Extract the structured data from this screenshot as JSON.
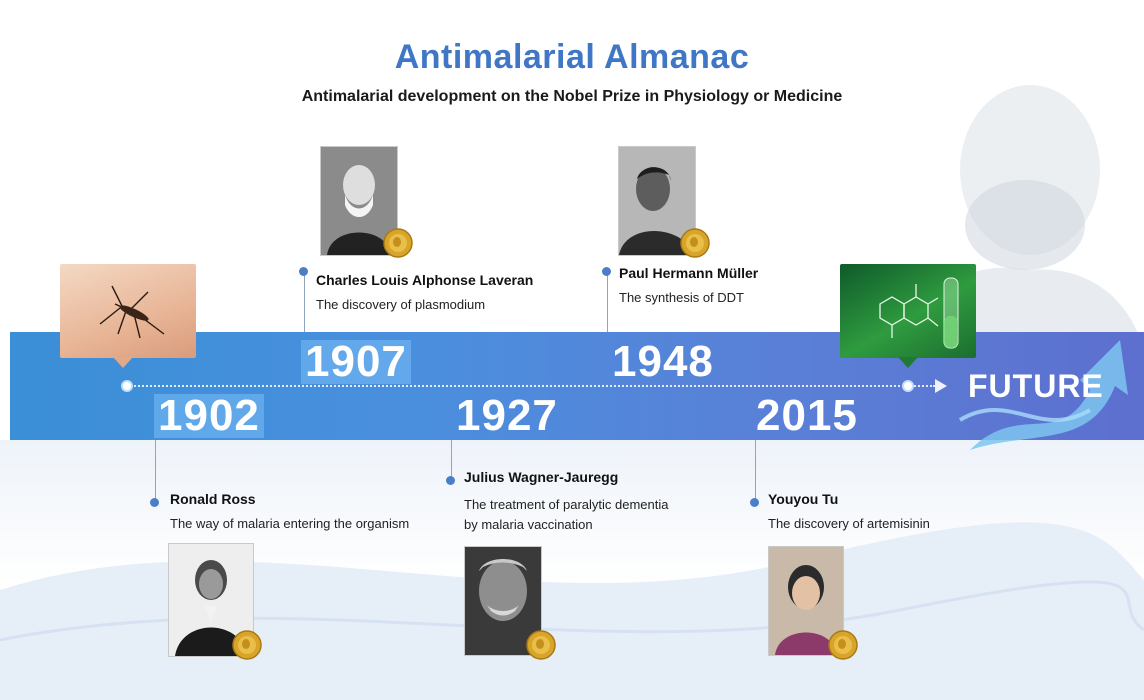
{
  "header": {
    "title": "Antimalarial Almanac",
    "subtitle": "Antimalarial development on the Nobel Prize in Physiology or Medicine"
  },
  "colors": {
    "title": "#3f77c6",
    "band": "#4a8fde",
    "dot": "#4a7fc8"
  },
  "timeline": {
    "future_label": "FUTURE",
    "events": [
      {
        "year": "1902",
        "name": "Ronald Ross",
        "description_lines": [
          "The way of malaria entering the organism"
        ],
        "icon": "ross-portrait-photo"
      },
      {
        "year": "1907",
        "name": "Charles Louis Alphonse Laveran",
        "description_lines": [
          "The discovery of plasmodium"
        ],
        "icon": "laveran-portrait-photo"
      },
      {
        "year": "1927",
        "name": "Julius Wagner-Jauregg",
        "description_lines": [
          "The treatment of paralytic dementia",
          "by malaria vaccination"
        ],
        "icon": "wagner-jauregg-portrait-photo"
      },
      {
        "year": "1948",
        "name": "Paul Hermann Müller",
        "description_lines": [
          "The synthesis of DDT"
        ],
        "icon": "muller-portrait-photo"
      },
      {
        "year": "2015",
        "name": "Youyou Tu",
        "description_lines": [
          "The discovery of artemisinin"
        ],
        "icon": "tu-portrait-photo"
      }
    ]
  },
  "illustrations": {
    "start_image": "mosquito-photo",
    "end_image": "artemisinin-molecule-photo",
    "award_icon": "nobel-medal-icon",
    "background": "alfred-nobel-ghost-portrait"
  }
}
